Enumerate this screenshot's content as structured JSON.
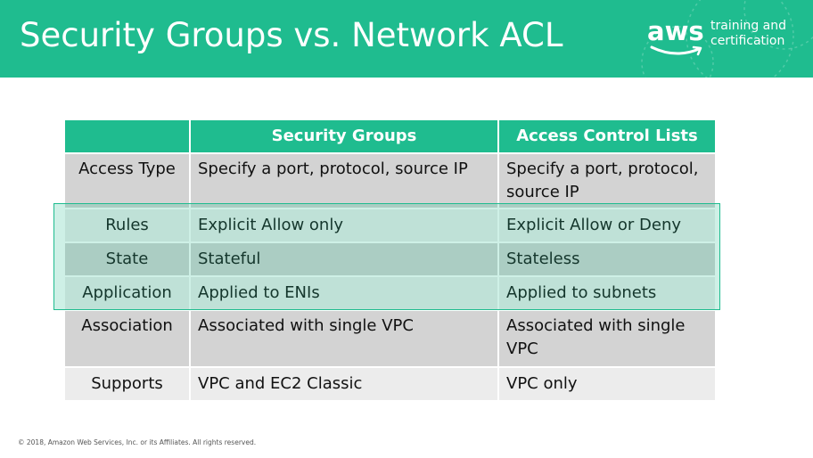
{
  "header": {
    "title": "Security Groups vs. Network ACL",
    "logo_word": "aws",
    "logo_tagline_line1": "training and",
    "logo_tagline_line2": "certification",
    "background_color": "#1fbc8f"
  },
  "table": {
    "headers": [
      "",
      "Security Groups",
      "Access Control Lists"
    ],
    "rows": [
      {
        "label": "Access Type",
        "security_groups": "Specify a port, protocol, source IP",
        "acl": "Specify a port, protocol, source IP"
      },
      {
        "label": "Rules",
        "security_groups": "Explicit Allow only",
        "acl": "Explicit Allow or Deny"
      },
      {
        "label": "State",
        "security_groups": "Stateful",
        "acl": "Stateless"
      },
      {
        "label": "Application",
        "security_groups": "Applied to ENIs",
        "acl": "Applied to subnets"
      },
      {
        "label": "Association",
        "security_groups": "Associated with single VPC",
        "acl": "Associated with single VPC"
      },
      {
        "label": "Supports",
        "security_groups": "VPC and EC2 Classic",
        "acl": "VPC only"
      }
    ],
    "highlighted_rows": [
      "Rules",
      "State",
      "Application"
    ]
  },
  "footer": {
    "copyright": "© 2018, Amazon Web Services, Inc. or its Affiliates. All rights reserved."
  }
}
